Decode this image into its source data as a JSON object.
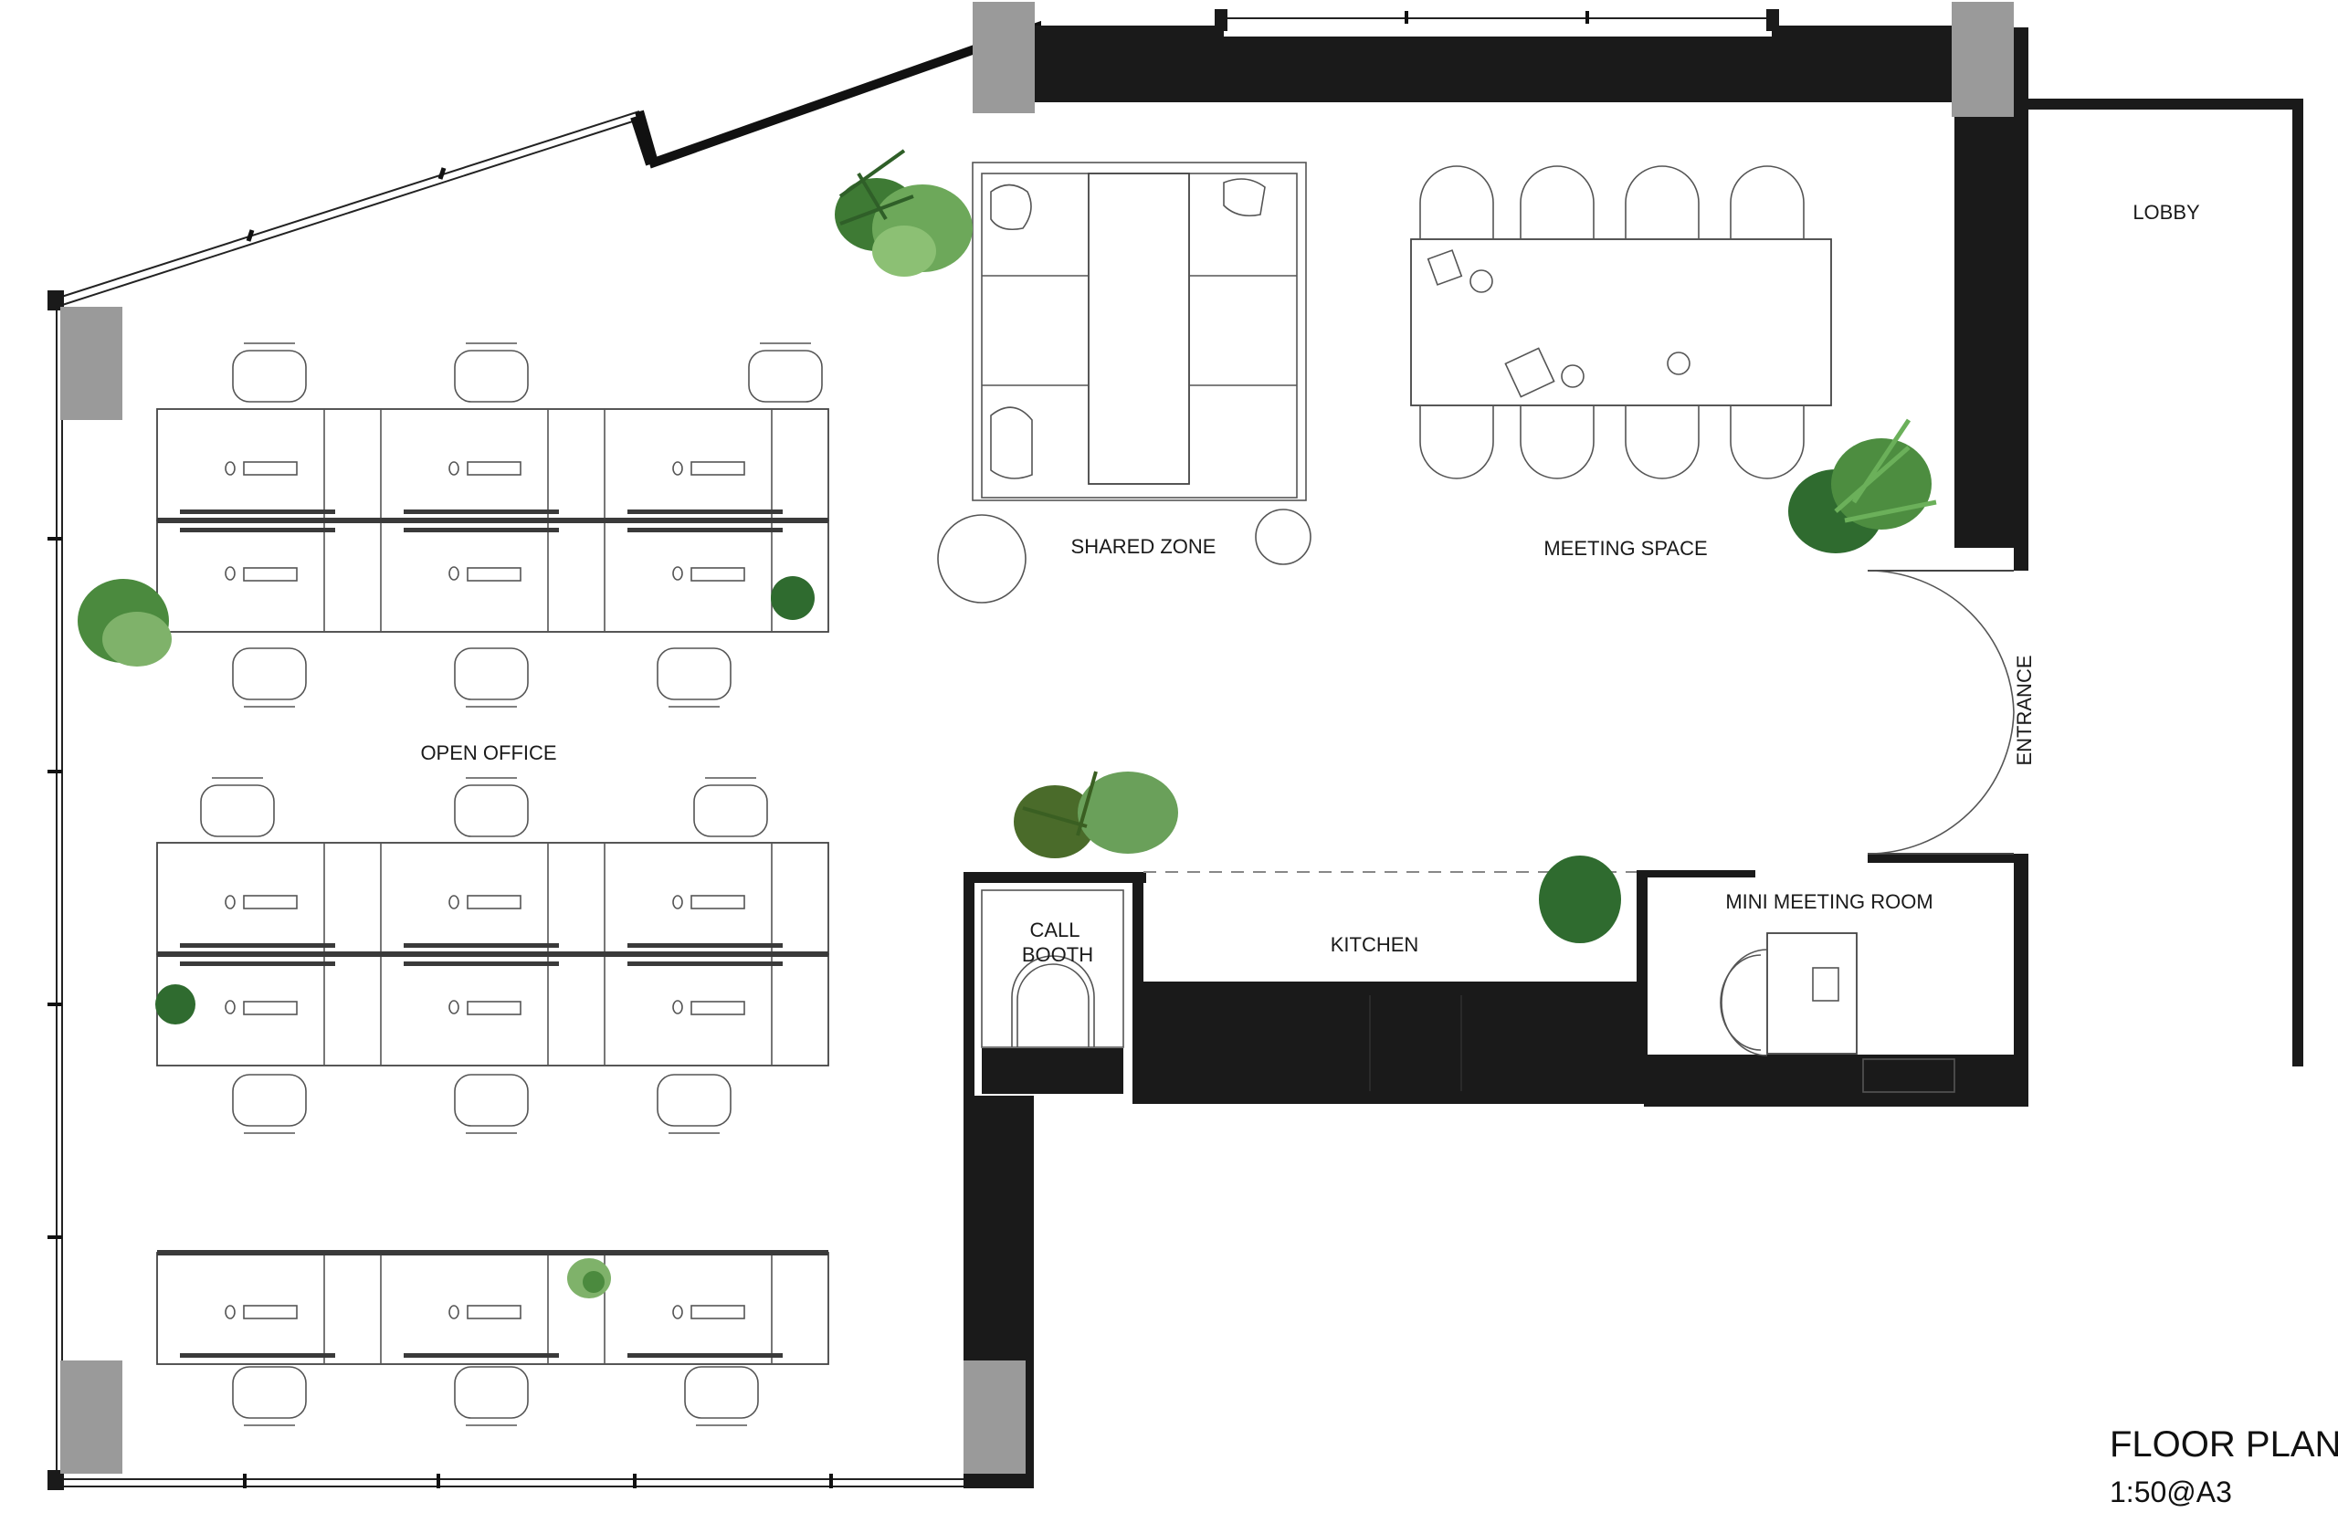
{
  "title": "FLOOR PLAN",
  "scale": "1:50@A3",
  "rooms": {
    "lobby": "LOBBY",
    "shared_zone": "SHARED ZONE",
    "meeting_space": "MEETING SPACE",
    "entrance": "ENTRANCE",
    "open_office": "OPEN OFFICE",
    "call_booth_line1": "CALL",
    "call_booth_line2": "BOOTH",
    "kitchen": "KITCHEN",
    "mini_meeting_room": "MINI MEETING ROOM"
  },
  "colors": {
    "wall": "#1a1a1a",
    "column": "#9a9a9a",
    "plant_dark": "#2f6b2f",
    "plant_light": "#7fb26a"
  }
}
